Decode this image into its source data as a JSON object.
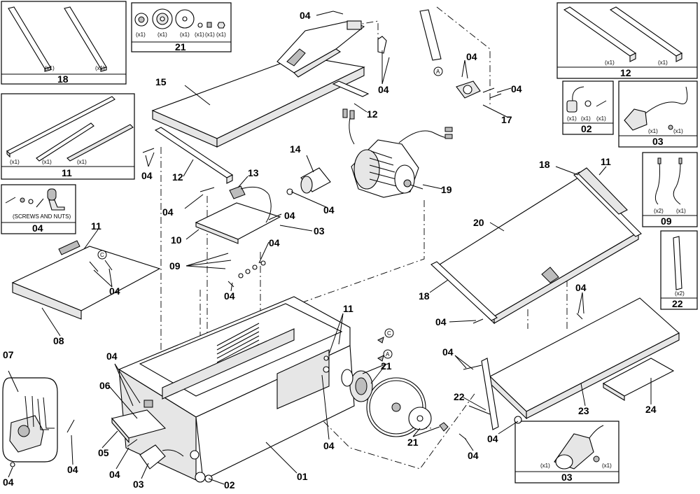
{
  "callouts": [
    "04",
    "04",
    "04",
    "04",
    "12",
    "15",
    "04",
    "12",
    "04",
    "13",
    "14",
    "19",
    "04",
    "10",
    "04",
    "03",
    "09",
    "04",
    "04",
    "11",
    "04",
    "08",
    "18",
    "11",
    "20",
    "18",
    "04",
    "04",
    "11",
    "21",
    "21",
    "07",
    "04",
    "06",
    "05",
    "04",
    "04",
    "03",
    "02",
    "01",
    "04",
    "04",
    "21",
    "22",
    "04",
    "04",
    "23",
    "24",
    "17"
  ],
  "kits": {
    "k18": {
      "number": "18",
      "qty": [
        "(x1)",
        "(x1)"
      ]
    },
    "k21": {
      "number": "21",
      "qty": [
        "(x1)",
        "(x1)",
        "(x1)",
        "(x1)",
        "(x1)",
        "(x1)"
      ]
    },
    "k11": {
      "number": "11",
      "qty": [
        "(x1)",
        "(x1)",
        "(x1)"
      ]
    },
    "k04": {
      "number": "04",
      "caption": "(SCREWS AND NUTS)"
    },
    "k12": {
      "number": "12",
      "qty": [
        "(x1)",
        "(x1)"
      ]
    },
    "k02": {
      "number": "02",
      "qty": [
        "(x1)",
        "(x1)",
        "(x1)"
      ]
    },
    "k03a": {
      "number": "03",
      "qty": [
        "(x1)",
        "(x1)"
      ]
    },
    "k09": {
      "number": "09",
      "qty": [
        "(x2)",
        "(x1)"
      ]
    },
    "k22": {
      "number": "22",
      "qty": [
        "(x2)"
      ]
    },
    "k03b": {
      "number": "03",
      "qty": [
        "(x1)",
        "(x1)"
      ]
    }
  },
  "refs": {
    "A": "A",
    "C": "C"
  }
}
